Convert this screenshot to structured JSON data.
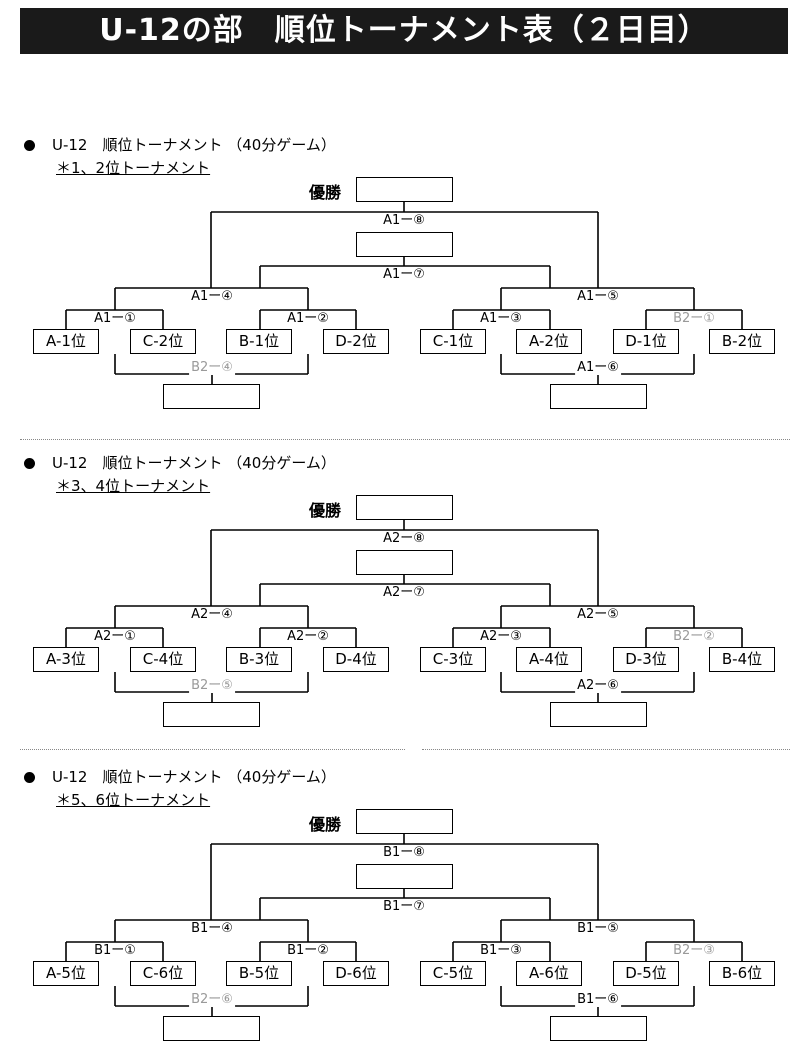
{
  "page_title": "U-12の部　順位トーナメント表（２日目）",
  "winner_label": "優勝",
  "sections": [
    {
      "heading": "U-12　順位トーナメント （40分ゲーム）",
      "subheading": "＊1、2位トーナメント",
      "teams": [
        "A-1位",
        "C-2位",
        "B-1位",
        "D-2位",
        "C-1位",
        "A-2位",
        "D-1位",
        "B-2位"
      ],
      "match_labels": {
        "final": "A1ー⑧",
        "semi_final": "A1ー⑦",
        "left_semi": "A1ー④",
        "right_semi": "A1ー⑤",
        "m1": "A1ー①",
        "m2": "A1ー②",
        "m3": "A1ー③",
        "m4": "B2ー①",
        "left_bottom": "B2ー④",
        "right_bottom": "A1ー⑥"
      }
    },
    {
      "heading": "U-12　順位トーナメント （40分ゲーム）",
      "subheading": "＊3、4位トーナメント",
      "teams": [
        "A-3位",
        "C-4位",
        "B-3位",
        "D-4位",
        "C-3位",
        "A-4位",
        "D-3位",
        "B-4位"
      ],
      "match_labels": {
        "final": "A2ー⑧",
        "semi_final": "A2ー⑦",
        "left_semi": "A2ー④",
        "right_semi": "A2ー⑤",
        "m1": "A2ー①",
        "m2": "A2ー②",
        "m3": "A2ー③",
        "m4": "B2ー②",
        "left_bottom": "B2ー⑤",
        "right_bottom": "A2ー⑥"
      }
    },
    {
      "heading": "U-12　順位トーナメント （40分ゲーム）",
      "subheading": "＊5、6位トーナメント",
      "teams": [
        "A-5位",
        "C-6位",
        "B-5位",
        "D-6位",
        "C-5位",
        "A-6位",
        "D-5位",
        "B-6位"
      ],
      "match_labels": {
        "final": "B1ー⑧",
        "semi_final": "B1ー⑦",
        "left_semi": "B1ー④",
        "right_semi": "B1ー⑤",
        "m1": "B1ー①",
        "m2": "B1ー②",
        "m3": "B1ー③",
        "m4": "B2ー③",
        "left_bottom": "B2ー⑥",
        "right_bottom": "B1ー⑥"
      }
    }
  ],
  "colors": {
    "title_background": "#1a1a1a",
    "title_text": "#ffffff",
    "grey_label": "#9a9a9a"
  }
}
